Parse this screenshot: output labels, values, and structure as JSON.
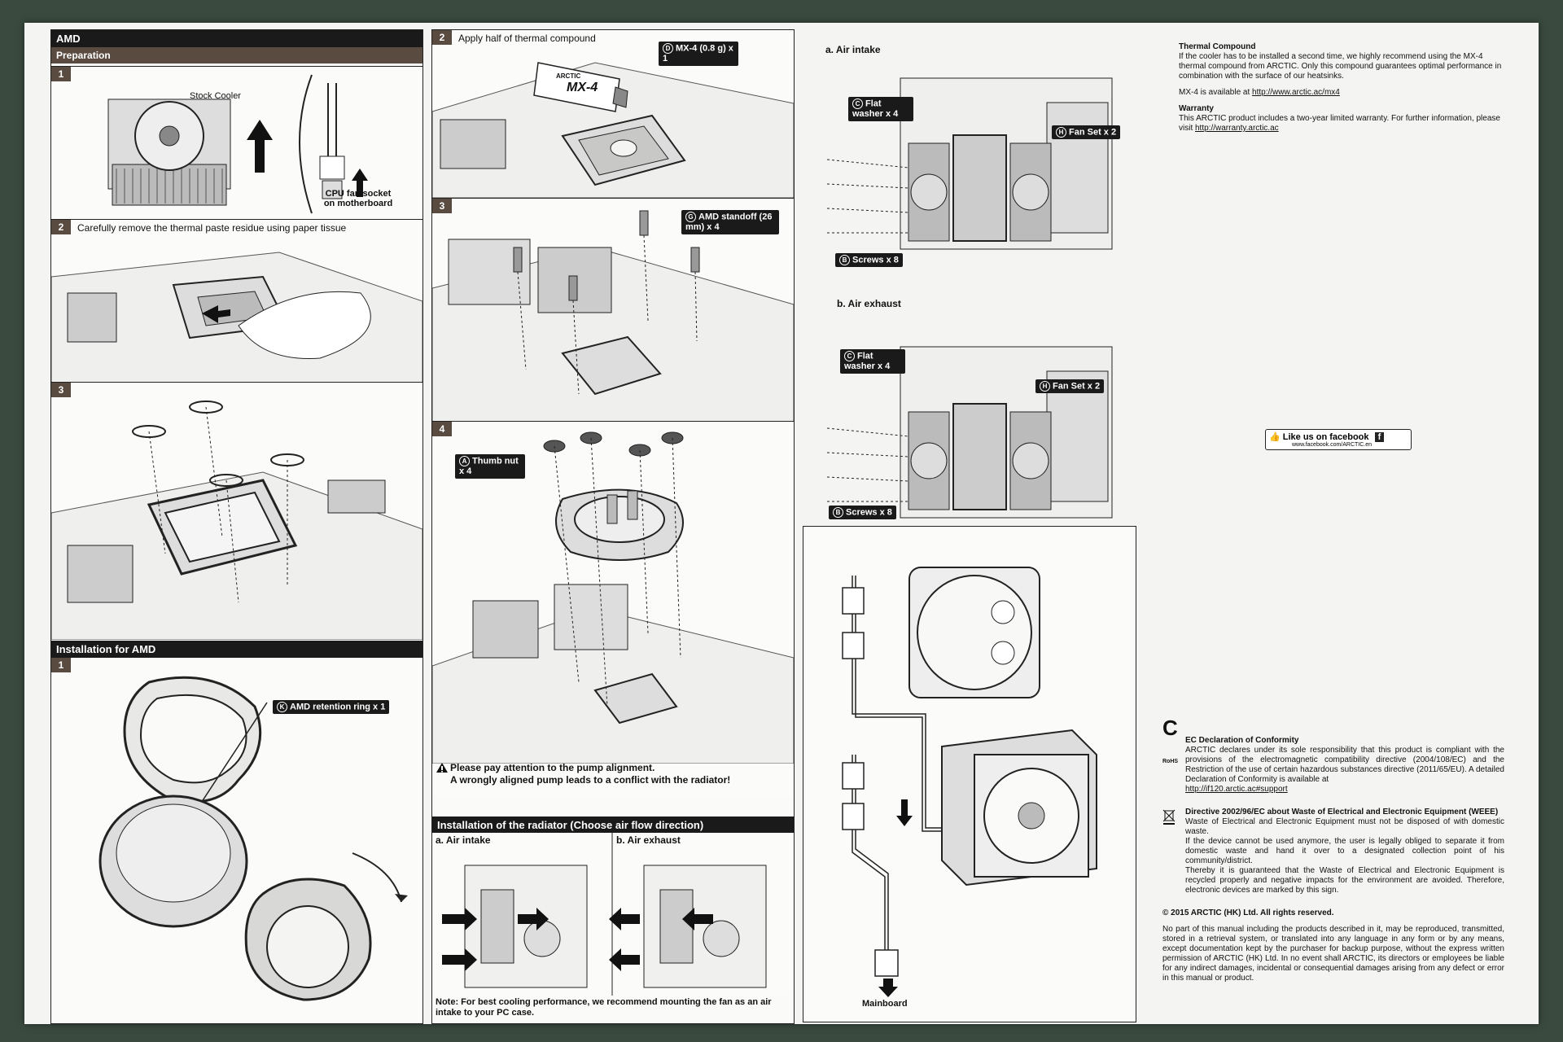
{
  "col1": {
    "brand_bar": "AMD",
    "prep_bar": "Preparation",
    "step1": {
      "num": "1",
      "stock_cooler": "Stock Cooler",
      "cpu_fan_socket": "CPU fan socket on motherboard"
    },
    "step2": {
      "num": "2",
      "caption": "Carefully remove the thermal paste residue using paper tissue"
    },
    "step3": {
      "num": "3"
    },
    "install_bar": "Installation for AMD",
    "install1": {
      "num": "1",
      "tag_circ": "K",
      "tag": "AMD retention ring x 1"
    }
  },
  "col2": {
    "step2": {
      "num": "2",
      "caption": "Apply half of thermal compound",
      "tag_circ": "D",
      "tag": "MX-4 (0.8 g) x 1",
      "tube_brand": "ARCTIC",
      "tube_label": "MX-4"
    },
    "step3": {
      "num": "3",
      "tag_circ": "G",
      "tag": "AMD standoff (26 mm) x 4"
    },
    "step4": {
      "num": "4",
      "tag_circ": "A",
      "tag": "Thumb nut x 4",
      "warning_line1": "Please pay attention to the pump alignment.",
      "warning_line2": "A wrongly aligned pump leads to a conflict with the radiator!"
    },
    "radiator_bar": "Installation of the radiator (Choose air flow direction)",
    "air_intake": "a. Air intake",
    "air_exhaust": "b. Air exhaust",
    "note": "Note: For best cooling performance, we recommend mounting the fan as an air intake to your PC case."
  },
  "col3": {
    "air_intake": "a. Air intake",
    "air_exhaust": "b. Air exhaust",
    "flat_washer_circ": "C",
    "flat_washer": "Flat washer x 4",
    "fan_set_circ": "H",
    "fan_set": "Fan Set x 2",
    "screws_circ": "B",
    "screws": "Screws x 8",
    "mainboard": "Mainboard"
  },
  "right": {
    "thermal_title": "Thermal Compound",
    "thermal_text": "If the cooler has to be installed a second time, we highly recommend using the MX-4 thermal compound from ARCTIC. Only this compound guarantees optimal performance in combination with the surface of our heatsinks.",
    "mx4_prefix": "MX-4 is available at ",
    "mx4_link": "http://www.arctic.ac/mx4",
    "warranty_title": "Warranty",
    "warranty_text": "This ARCTIC product includes a two-year limited warranty. For further information, please visit ",
    "warranty_link": "http://warranty.arctic.ac",
    "fb_label": "Like us on facebook",
    "fb_url": "www.facebook.com/ARCTIC.en",
    "ce_mark": "C",
    "ec_title": "EC Declaration of Conformity",
    "ec_text": "ARCTIC declares under its sole responsibility that this product is compliant with the provisions of the electromagnetic compatibility directive (2004/108/EC) and the Restriction of the use of certain hazardous substances directive (2011/65/EU). A detailed Declaration of Conformity is available at",
    "ec_link": "http://if120.arctic.ac#support",
    "rohs": "RoHS",
    "weee_title": "Directive 2002/96/EC about Waste of Electrical and Electronic Equipment (WEEE)",
    "weee_text1": "Waste of Electrical and Electronic Equipment must not be disposed of with domestic waste.",
    "weee_text2": "If the device cannot be used anymore, the user is legally obliged to separate it from domestic waste and hand it over to a designated collection point of his community/district.",
    "weee_text3": "Thereby it is guaranteed that the Waste of Electrical and Electronic Equipment is recycled properly and negative impacts for the environment are avoided. Therefore, electronic devices are marked by this sign.",
    "copyright": "© 2015 ARCTIC (HK) Ltd. All rights reserved.",
    "copyright_text": "No part of this manual including the products described in it, may be reproduced, transmitted, stored in a retrieval system, or translated into any language in any form or by any means, except documentation kept by the purchaser for backup purpose, without the express written permission of ARCTIC (HK) Ltd. In no event shall ARCTIC, its directors or employees be liable for any indirect damages, incidental or consequential damages arising from any defect or error in this manual or product."
  }
}
